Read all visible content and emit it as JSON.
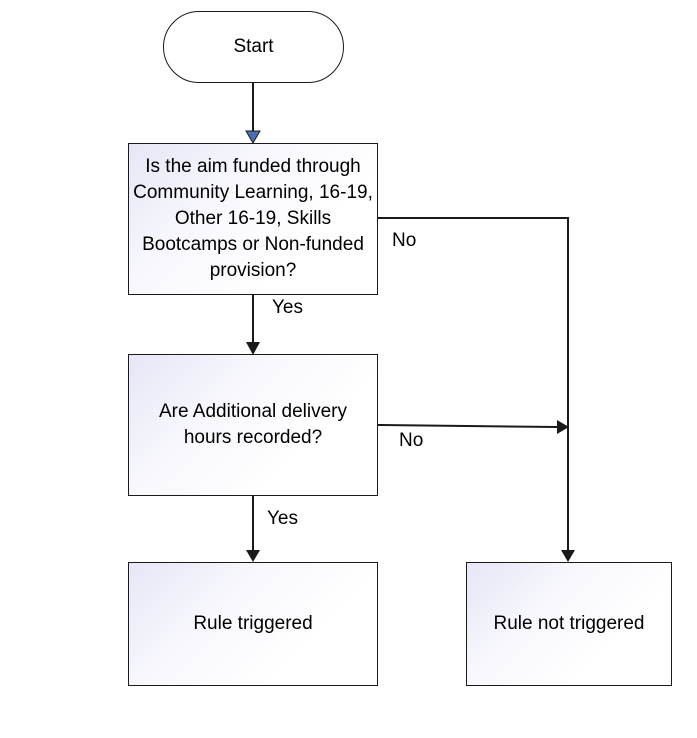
{
  "flowchart": {
    "start": "Start",
    "decision1": "Is the aim funded through Community Learning, 16-19, Other 16-19, Skills Bootcamps or Non-funded provision?",
    "decision2": "Are Additional delivery hours recorded?",
    "outcome_triggered": "Rule triggered",
    "outcome_not_triggered": "Rule not triggered",
    "edge_d1_yes": "Yes",
    "edge_d1_no": "No",
    "edge_d2_yes": "Yes",
    "edge_d2_no": "No"
  },
  "colors": {
    "stroke": "#1a1a1a",
    "arrow_head_first": "#4a6fb5",
    "box_gradient_start": "#e6e6f6"
  }
}
